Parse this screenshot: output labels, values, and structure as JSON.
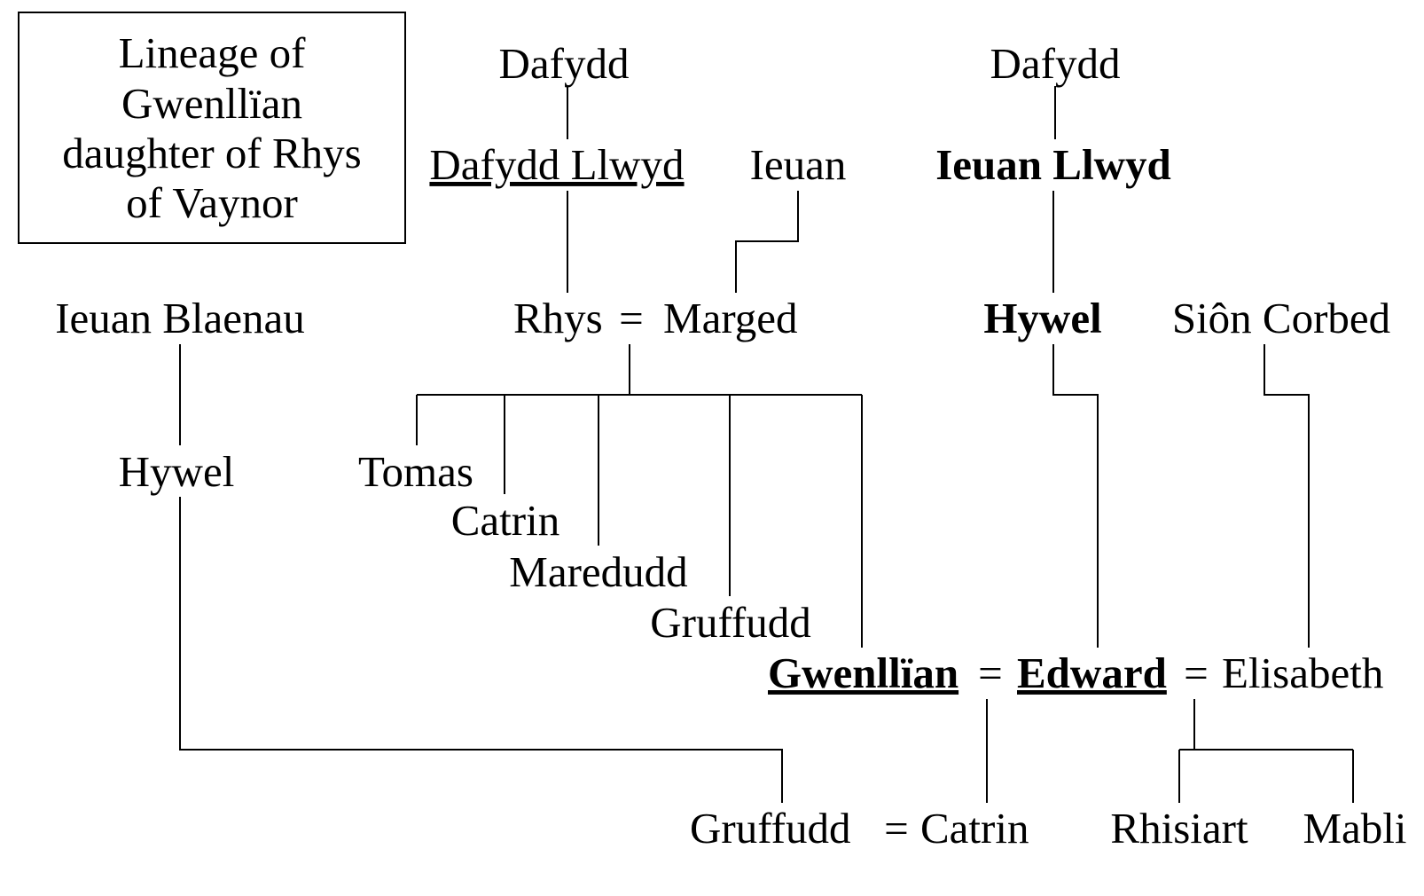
{
  "title": [
    "Lineage of",
    "Gwenllïan",
    "daughter of Rhys",
    "of Vaynor"
  ],
  "people": {
    "dafydd_left": "Dafydd",
    "dafydd_llwyd": "Dafydd Llwyd",
    "ieuan": "Ieuan",
    "dafydd_right": "Dafydd",
    "ieuan_llwyd": "Ieuan Llwyd",
    "ieuan_blaenau": "Ieuan Blaenau",
    "rhys": "Rhys",
    "marged": "Marged",
    "hywel_bold": "Hywel",
    "sion_corbed": "Siôn Corbed",
    "hywel_left": "Hywel",
    "tomas": "Tomas",
    "catrin_child": "Catrin",
    "maredudd": "Maredudd",
    "gruffudd_child": "Gruffudd",
    "gwenllian": "Gwenllïan",
    "edward": "Edward",
    "elisabeth": "Elisabeth",
    "gruffudd_spouse": "Gruffudd",
    "catrin_spouse": "Catrin",
    "rhisiart": "Rhisiart",
    "mabli": "Mabli"
  },
  "marriage_sign": "="
}
